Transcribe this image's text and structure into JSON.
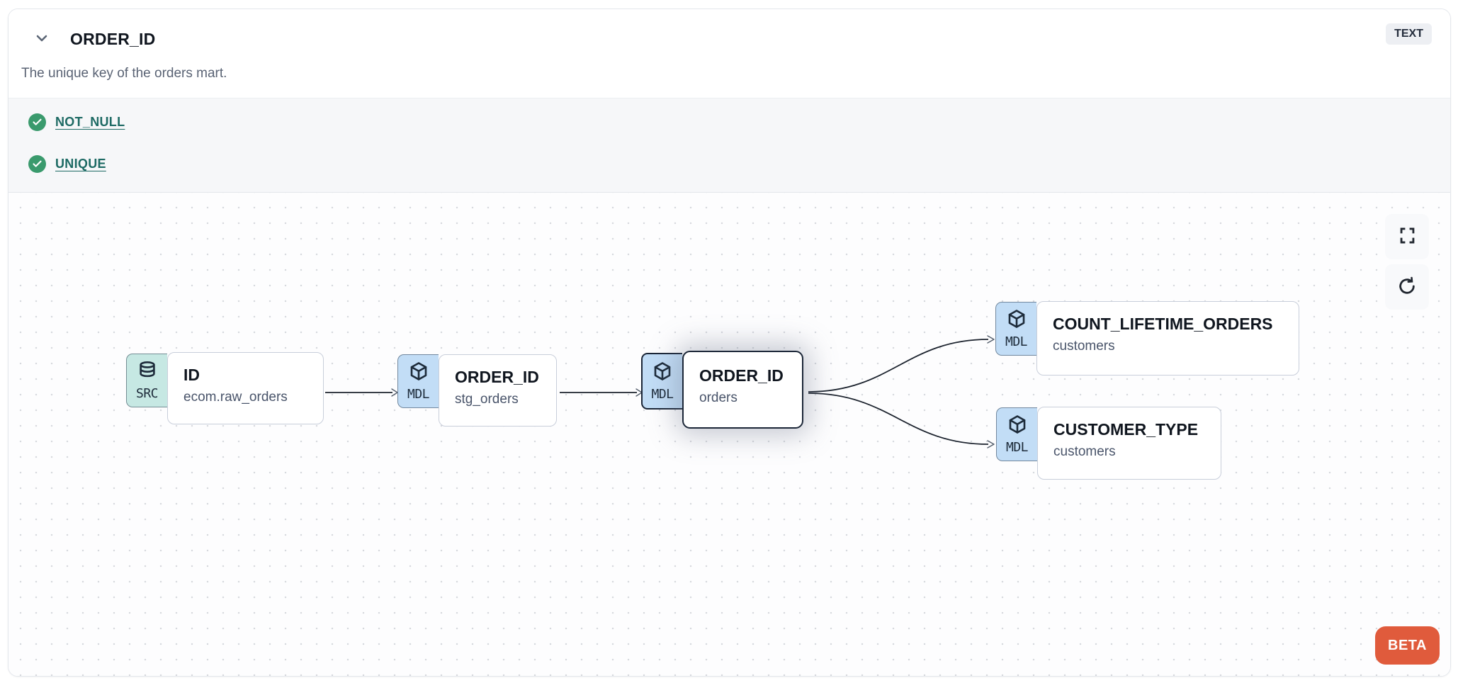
{
  "header": {
    "title": "ORDER_ID",
    "type_badge": "TEXT",
    "description": "The unique key of the orders mart."
  },
  "tests": {
    "items": [
      {
        "label": "NOT_NULL",
        "status": "pass",
        "icon": "check-circle-icon"
      },
      {
        "label": "UNIQUE",
        "status": "pass",
        "icon": "check-circle-icon"
      }
    ]
  },
  "lineage": {
    "beta_label": "BETA",
    "controls": [
      {
        "icon": "fullscreen-icon"
      },
      {
        "icon": "refresh-icon"
      }
    ],
    "nodes": [
      {
        "badge": "SRC",
        "icon": "database-icon",
        "title": "ID",
        "subtitle": "ecom.raw_orders",
        "selected": false
      },
      {
        "badge": "MDL",
        "icon": "cube-icon",
        "title": "ORDER_ID",
        "subtitle": "stg_orders",
        "selected": false
      },
      {
        "badge": "MDL",
        "icon": "cube-icon",
        "title": "ORDER_ID",
        "subtitle": "orders",
        "selected": true
      },
      {
        "badge": "MDL",
        "icon": "cube-icon",
        "title": "COUNT_LIFETIME_ORDERS",
        "subtitle": "customers",
        "selected": false
      },
      {
        "badge": "MDL",
        "icon": "cube-icon",
        "title": "CUSTOMER_TYPE",
        "subtitle": "customers",
        "selected": false
      }
    ],
    "edges": [
      {
        "from": "ID (ecom.raw_orders)",
        "to": "ORDER_ID (stg_orders)"
      },
      {
        "from": "ORDER_ID (stg_orders)",
        "to": "ORDER_ID (orders)"
      },
      {
        "from": "ORDER_ID (orders)",
        "to": "COUNT_LIFETIME_ORDERS (customers)"
      },
      {
        "from": "ORDER_ID (orders)",
        "to": "CUSTOMER_TYPE (customers)"
      }
    ]
  },
  "colors": {
    "accent_orange": "#e05b3c",
    "badge_teal": "#c6e8e3",
    "badge_blue": "#c2ddf6",
    "link_teal": "#1d6a64",
    "check_green": "#3a9a6d",
    "navy": "#1b2637"
  }
}
